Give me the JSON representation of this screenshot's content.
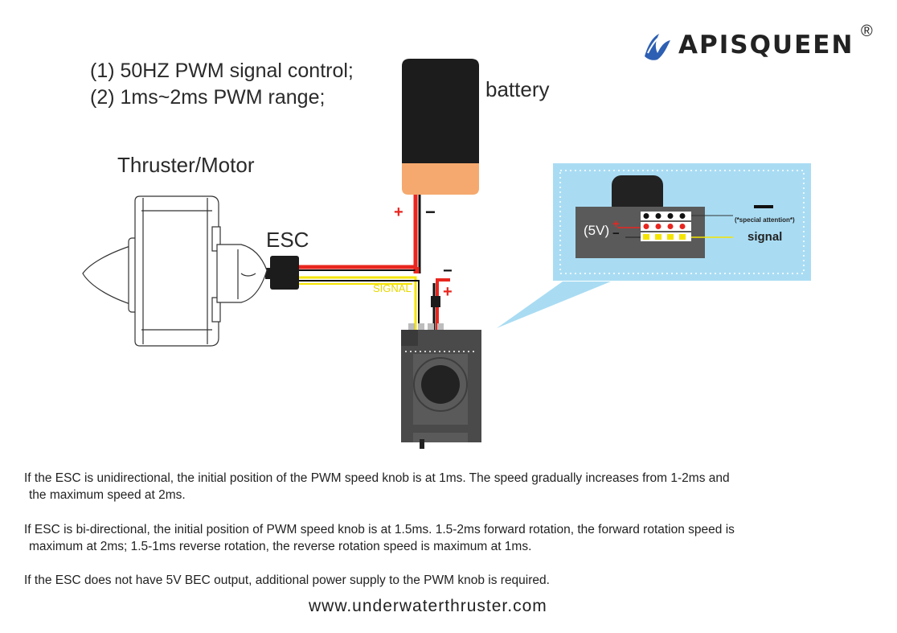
{
  "brand": {
    "name": "APISQUEEN",
    "registered": "®",
    "logo_icon": "apisqueen-wave-logo-icon"
  },
  "specs": [
    "(1) 50HZ PWM signal control;",
    "(2) 1ms~2ms PWM range;"
  ],
  "labels": {
    "battery": "battery",
    "thruster": "Thruster/Motor",
    "esc": "ESC",
    "signal_wire": "SIGNAL",
    "plus": "+",
    "minus": "−"
  },
  "inset": {
    "voltage": "(5V)",
    "plus": "+",
    "minus": "−",
    "attention": "(*special attention*)",
    "signal": "signal"
  },
  "paragraphs": [
    "If the ESC is unidirectional, the initial position of the PWM speed knob is at 1ms. The speed gradually increases from 1-2ms and",
    "the maximum speed at 2ms.",
    "If ESC is bi-directional, the initial position of PWM speed knob is at 1.5ms. 1.5-2ms forward rotation, the forward rotation speed is",
    "maximum at 2ms; 1.5-1ms reverse rotation, the reverse rotation speed is maximum at 1ms.",
    "If the ESC does not have 5V BEC output, additional power supply to the PWM knob is required."
  ],
  "website": "www.underwaterthruster.com",
  "colors": {
    "battery_body": "#1c1c1c",
    "battery_cap": "#f5a96e",
    "wire_red": "#e8261f",
    "wire_yellow": "#f5e400",
    "inset_bg": "#a9dcf3",
    "knob_body": "#4a4a4a",
    "signal_text": "#e6d800"
  }
}
